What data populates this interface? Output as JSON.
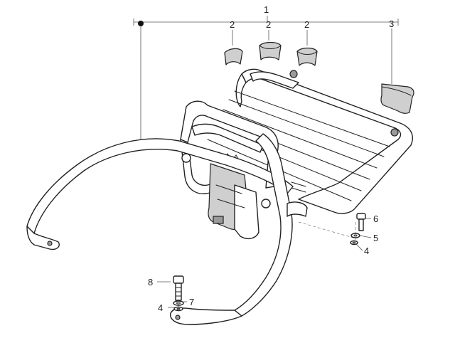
{
  "callouts": {
    "c1": "1",
    "c2a": "2",
    "c2b": "2",
    "c2c": "2",
    "c3": "3",
    "c4a": "4",
    "c4b": "4",
    "c5": "5",
    "c6": "6",
    "c7": "7",
    "c8": "8"
  }
}
